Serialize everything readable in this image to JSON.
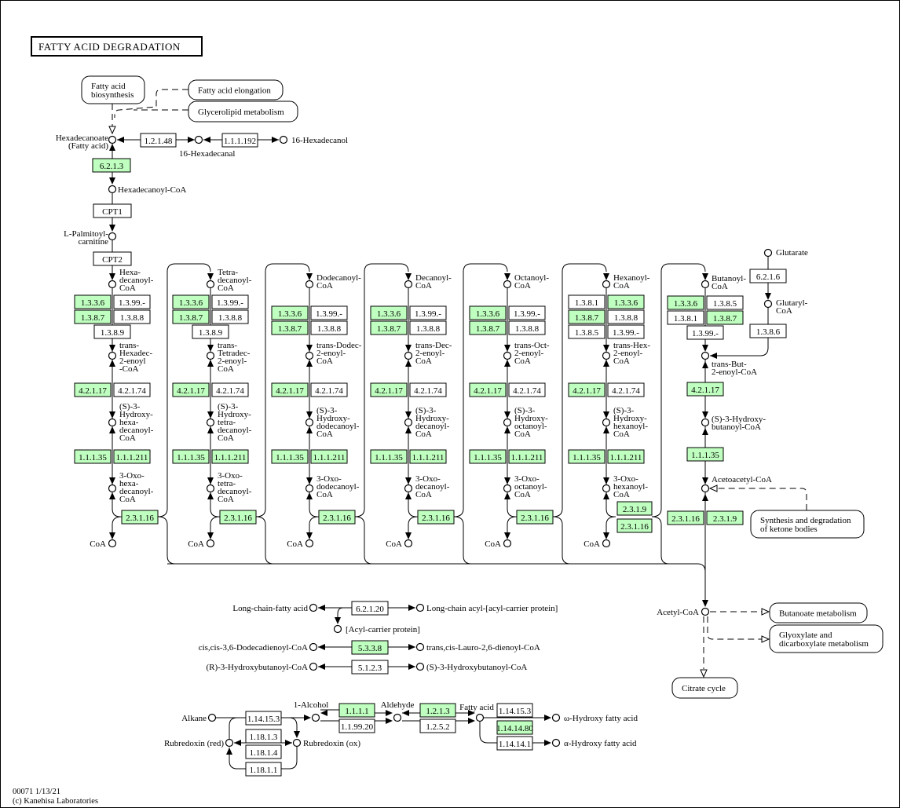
{
  "title": "FATTY ACID DEGRADATION",
  "footer": {
    "map_id_date": "00071 1/13/21",
    "copyright": "(c) Kanehisa Laboratories"
  },
  "colors": {
    "highlight": "#bfffbf",
    "default": "#ffffff",
    "line": "#000000"
  },
  "map_links": {
    "fatty_acid_biosynthesis": [
      "Fatty acid",
      "biosynthesis"
    ],
    "fatty_acid_elongation": [
      "Fatty acid elongation"
    ],
    "glycerolipid_metabolism": [
      "Glycerolipid metabolism"
    ],
    "ketone_bodies": [
      "Synthesis and degradation",
      "of ketone bodies"
    ],
    "butanoate_metabolism": [
      "Butanoate metabolism"
    ],
    "glyoxylate_metabolism": [
      "Glyoxylate and",
      "dicarboxylate metabolism"
    ],
    "citrate_cycle": [
      "Citrate cycle"
    ]
  },
  "top_section": {
    "hexadecanoate": [
      "Hexadecanoate",
      "(Fatty acid)"
    ],
    "hexadecanal": "16-Hexadecanal",
    "hexadecanol": "16-Hexadecanol",
    "hexadecanoyl_coa": "Hexadecanoyl-CoA",
    "palmitoylcarnitine": [
      "L-Palmitoyl-",
      "carnitine"
    ],
    "enzymes": {
      "e_1_2_1_48": {
        "label": "1.2.1.48",
        "highlighted": false
      },
      "e_1_1_1_192": {
        "label": "1.1.1.192",
        "highlighted": false
      },
      "e_6_2_1_3": {
        "label": "6.2.1.3",
        "highlighted": true
      },
      "cpt1": {
        "label": "CPT1",
        "highlighted": false
      },
      "cpt2": {
        "label": "CPT2",
        "highlighted": false
      }
    }
  },
  "beta_oxidation_columns": [
    {
      "acyl_coa": [
        "Hexa-",
        "decanoyl-",
        "CoA"
      ],
      "enoyl_coa": [
        "trans-",
        "Hexadec-",
        "2-enoyl",
        "-CoA"
      ],
      "hydroxy_coa": [
        "(S)-3-",
        "Hydroxy-",
        "hexa-",
        "decanoyl-",
        "CoA"
      ],
      "oxo_coa": [
        "3-Oxo-",
        "hexa-",
        "decanoyl-",
        "CoA"
      ],
      "coa": "CoA",
      "dehydrogenase_rows": [
        [
          {
            "label": "1.3.3.6",
            "highlighted": true
          },
          {
            "label": "1.3.99.-",
            "highlighted": false
          }
        ],
        [
          {
            "label": "1.3.8.7",
            "highlighted": true
          },
          {
            "label": "1.3.8.8",
            "highlighted": false
          }
        ],
        [
          {
            "label": "1.3.8.9",
            "highlighted": false
          }
        ]
      ],
      "hydratase": [
        {
          "label": "4.2.1.17",
          "highlighted": true
        },
        {
          "label": "4.2.1.74",
          "highlighted": false
        }
      ],
      "hydroxyacyl_dh": [
        {
          "label": "1.1.1.35",
          "highlighted": true
        },
        {
          "label": "1.1.1.211",
          "highlighted": true
        }
      ],
      "thiolase": [
        {
          "label": "2.3.1.16",
          "highlighted": true
        }
      ]
    },
    {
      "acyl_coa": [
        "Tetra-",
        "decanoyl-",
        "CoA"
      ],
      "enoyl_coa": [
        "trans-",
        "Tetradec-",
        "2-enoyl-",
        "CoA"
      ],
      "hydroxy_coa": [
        "(S)-3-",
        "Hydroxy-",
        "tetra-",
        "decanoyl-",
        "CoA"
      ],
      "oxo_coa": [
        "3-Oxo-",
        "tetra-",
        "decanoyl-",
        "CoA"
      ],
      "coa": "CoA",
      "dehydrogenase_rows": [
        [
          {
            "label": "1.3.3.6",
            "highlighted": true
          },
          {
            "label": "1.3.99.-",
            "highlighted": false
          }
        ],
        [
          {
            "label": "1.3.8.7",
            "highlighted": true
          },
          {
            "label": "1.3.8.8",
            "highlighted": false
          }
        ],
        [
          {
            "label": "1.3.8.9",
            "highlighted": false
          }
        ]
      ],
      "hydratase": [
        {
          "label": "4.2.1.17",
          "highlighted": true
        },
        {
          "label": "4.2.1.74",
          "highlighted": false
        }
      ],
      "hydroxyacyl_dh": [
        {
          "label": "1.1.1.35",
          "highlighted": true
        },
        {
          "label": "1.1.1.211",
          "highlighted": true
        }
      ],
      "thiolase": [
        {
          "label": "2.3.1.16",
          "highlighted": true
        }
      ]
    },
    {
      "acyl_coa": [
        "Dodecanoyl-",
        "CoA"
      ],
      "enoyl_coa": [
        "trans-Dodec-",
        "2-enoyl-",
        "CoA"
      ],
      "hydroxy_coa": [
        "(S)-3-",
        "Hydroxy-",
        "dodecanoyl-",
        "CoA"
      ],
      "oxo_coa": [
        "3-Oxo-",
        "dodecanoyl-",
        "CoA"
      ],
      "coa": "CoA",
      "dehydrogenase_rows": [
        [
          {
            "label": "1.3.3.6",
            "highlighted": true
          },
          {
            "label": "1.3.99.-",
            "highlighted": false
          }
        ],
        [
          {
            "label": "1.3.8.7",
            "highlighted": true
          },
          {
            "label": "1.3.8.8",
            "highlighted": false
          }
        ]
      ],
      "hydratase": [
        {
          "label": "4.2.1.17",
          "highlighted": true
        },
        {
          "label": "4.2.1.74",
          "highlighted": false
        }
      ],
      "hydroxyacyl_dh": [
        {
          "label": "1.1.1.35",
          "highlighted": true
        },
        {
          "label": "1.1.1.211",
          "highlighted": true
        }
      ],
      "thiolase": [
        {
          "label": "2.3.1.16",
          "highlighted": true
        }
      ]
    },
    {
      "acyl_coa": [
        "Decanoyl-",
        "CoA"
      ],
      "enoyl_coa": [
        "trans-Dec-",
        "2-enoyl-",
        "CoA"
      ],
      "hydroxy_coa": [
        "(S)-3-",
        "Hydroxy-",
        "decanoyl-",
        "CoA"
      ],
      "oxo_coa": [
        "3-Oxo-",
        "decanoyl-",
        "CoA"
      ],
      "coa": "CoA",
      "dehydrogenase_rows": [
        [
          {
            "label": "1.3.3.6",
            "highlighted": true
          },
          {
            "label": "1.3.99.-",
            "highlighted": false
          }
        ],
        [
          {
            "label": "1.3.8.7",
            "highlighted": true
          },
          {
            "label": "1.3.8.8",
            "highlighted": false
          }
        ]
      ],
      "hydratase": [
        {
          "label": "4.2.1.17",
          "highlighted": true
        },
        {
          "label": "4.2.1.74",
          "highlighted": false
        }
      ],
      "hydroxyacyl_dh": [
        {
          "label": "1.1.1.35",
          "highlighted": true
        },
        {
          "label": "1.1.1.211",
          "highlighted": true
        }
      ],
      "thiolase": [
        {
          "label": "2.3.1.16",
          "highlighted": true
        }
      ]
    },
    {
      "acyl_coa": [
        "Octanoyl-",
        "CoA"
      ],
      "enoyl_coa": [
        "trans-Oct-",
        "2-enoyl-",
        "CoA"
      ],
      "hydroxy_coa": [
        "(S)-3-",
        "Hydroxy-",
        "octanoyl-",
        "CoA"
      ],
      "oxo_coa": [
        "3-Oxo-",
        "octanoyl-",
        "CoA"
      ],
      "coa": "CoA",
      "dehydrogenase_rows": [
        [
          {
            "label": "1.3.3.6",
            "highlighted": true
          },
          {
            "label": "1.3.99.-",
            "highlighted": false
          }
        ],
        [
          {
            "label": "1.3.8.7",
            "highlighted": true
          },
          {
            "label": "1.3.8.8",
            "highlighted": false
          }
        ]
      ],
      "hydratase": [
        {
          "label": "4.2.1.17",
          "highlighted": true
        },
        {
          "label": "4.2.1.74",
          "highlighted": false
        }
      ],
      "hydroxyacyl_dh": [
        {
          "label": "1.1.1.35",
          "highlighted": true
        },
        {
          "label": "1.1.1.211",
          "highlighted": true
        }
      ],
      "thiolase": [
        {
          "label": "2.3.1.16",
          "highlighted": true
        }
      ]
    },
    {
      "acyl_coa": [
        "Hexanoyl-",
        "CoA"
      ],
      "enoyl_coa": [
        "trans-Hex-",
        "2-enoyl-",
        "CoA"
      ],
      "hydroxy_coa": [
        "(S)-3-",
        "Hydroxy-",
        "hexanoyl-",
        "CoA"
      ],
      "oxo_coa": [
        "3-Oxo-",
        "hexanoyl-",
        "CoA"
      ],
      "coa": "CoA",
      "dehydrogenase_rows": [
        [
          {
            "label": "1.3.8.1",
            "highlighted": false
          },
          {
            "label": "1.3.3.6",
            "highlighted": true
          }
        ],
        [
          {
            "label": "1.3.8.7",
            "highlighted": true
          },
          {
            "label": "1.3.8.8",
            "highlighted": false
          }
        ],
        [
          {
            "label": "1.3.8.5",
            "highlighted": false
          },
          {
            "label": "1.3.99.-",
            "highlighted": false
          }
        ]
      ],
      "hydratase": [
        {
          "label": "4.2.1.17",
          "highlighted": true
        },
        {
          "label": "4.2.1.74",
          "highlighted": false
        }
      ],
      "hydroxyacyl_dh": [
        {
          "label": "1.1.1.35",
          "highlighted": true
        },
        {
          "label": "1.1.1.211",
          "highlighted": true
        }
      ],
      "thiolase": [
        {
          "label": "2.3.1.9",
          "highlighted": true
        },
        {
          "label": "2.3.1.16",
          "highlighted": true
        }
      ]
    }
  ],
  "butanoyl_column": {
    "butanoyl_coa": [
      "Butanoyl-",
      "CoA"
    ],
    "enoyl_coa": [
      "trans-But-",
      "2-enoyl-CoA"
    ],
    "hydroxy_coa": [
      "(S)-3-Hydroxy-",
      "butanoyl-CoA"
    ],
    "acetoacetyl_coa": "Acetoacetyl-CoA",
    "acetyl_coa": "Acetyl-CoA",
    "glutarate": "Glutarate",
    "glutaryl_coa": [
      "Glutaryl-",
      "CoA"
    ],
    "dehydrogenase_rows": [
      [
        {
          "label": "1.3.3.6",
          "highlighted": true
        },
        {
          "label": "1.3.8.5",
          "highlighted": false
        }
      ],
      [
        {
          "label": "1.3.8.1",
          "highlighted": false
        },
        {
          "label": "1.3.8.7",
          "highlighted": true
        }
      ],
      [
        {
          "label": "1.3.99.-",
          "highlighted": false
        }
      ]
    ],
    "e_6_2_1_6": {
      "label": "6.2.1.6",
      "highlighted": false
    },
    "e_1_3_8_6": {
      "label": "1.3.8.6",
      "highlighted": false
    },
    "hydratase": {
      "label": "4.2.1.17",
      "highlighted": true
    },
    "hydroxyacyl_dh": {
      "label": "1.1.1.35",
      "highlighted": true
    },
    "thiolase": [
      {
        "label": "2.3.1.16",
        "highlighted": true
      },
      {
        "label": "2.3.1.9",
        "highlighted": true
      }
    ]
  },
  "side_reactions": [
    {
      "left": "Long-chain-fatty acid",
      "enzyme": {
        "label": "6.2.1.20",
        "highlighted": false
      },
      "right": "Long-chain acyl-[acyl-carrier protein]",
      "extra": "[Acyl-carrier protein]"
    },
    {
      "left": "cis,cis-3,6-Dodecadienoyl-CoA",
      "enzyme": {
        "label": "5.3.3.8",
        "highlighted": true
      },
      "right": "trans,cis-Lauro-2,6-dienoyl-CoA"
    },
    {
      "left": "(R)-3-Hydroxybutanoyl-CoA",
      "enzyme": {
        "label": "5.1.2.3",
        "highlighted": false
      },
      "right": "(S)-3-Hydroxybutanoyl-CoA"
    }
  ],
  "alkane_section": {
    "alkane": "Alkane",
    "alcohol": "1-Alcohol",
    "aldehyde": "Aldehyde",
    "fatty_acid": "Fatty acid",
    "rubredoxin_red": "Rubredoxin (red)",
    "rubredoxin_ox": "Rubredoxin (ox)",
    "omega_hydroxy": "ω-Hydroxy fatty acid",
    "alpha_hydroxy": "α-Hydroxy fatty acid",
    "enzymes": {
      "e_1_14_15_3a": {
        "label": "1.14.15.3",
        "highlighted": false
      },
      "e_1_18_1_3": {
        "label": "1.18.1.3",
        "highlighted": false
      },
      "e_1_18_1_4": {
        "label": "1.18.1.4",
        "highlighted": false
      },
      "e_1_18_1_1": {
        "label": "1.18.1.1",
        "highlighted": false
      },
      "e_1_1_1_1": {
        "label": "1.1.1.1",
        "highlighted": true
      },
      "e_1_1_99_20": {
        "label": "1.1.99.20",
        "highlighted": false
      },
      "e_1_2_1_3": {
        "label": "1.2.1.3",
        "highlighted": true
      },
      "e_1_2_5_2": {
        "label": "1.2.5.2",
        "highlighted": false
      },
      "e_1_14_15_3b": {
        "label": "1.14.15.3",
        "highlighted": false
      },
      "e_1_14_14_80": {
        "label": "1.14.14.80",
        "highlighted": true
      },
      "e_1_14_14_1": {
        "label": "1.14.14.1",
        "highlighted": false
      }
    }
  }
}
